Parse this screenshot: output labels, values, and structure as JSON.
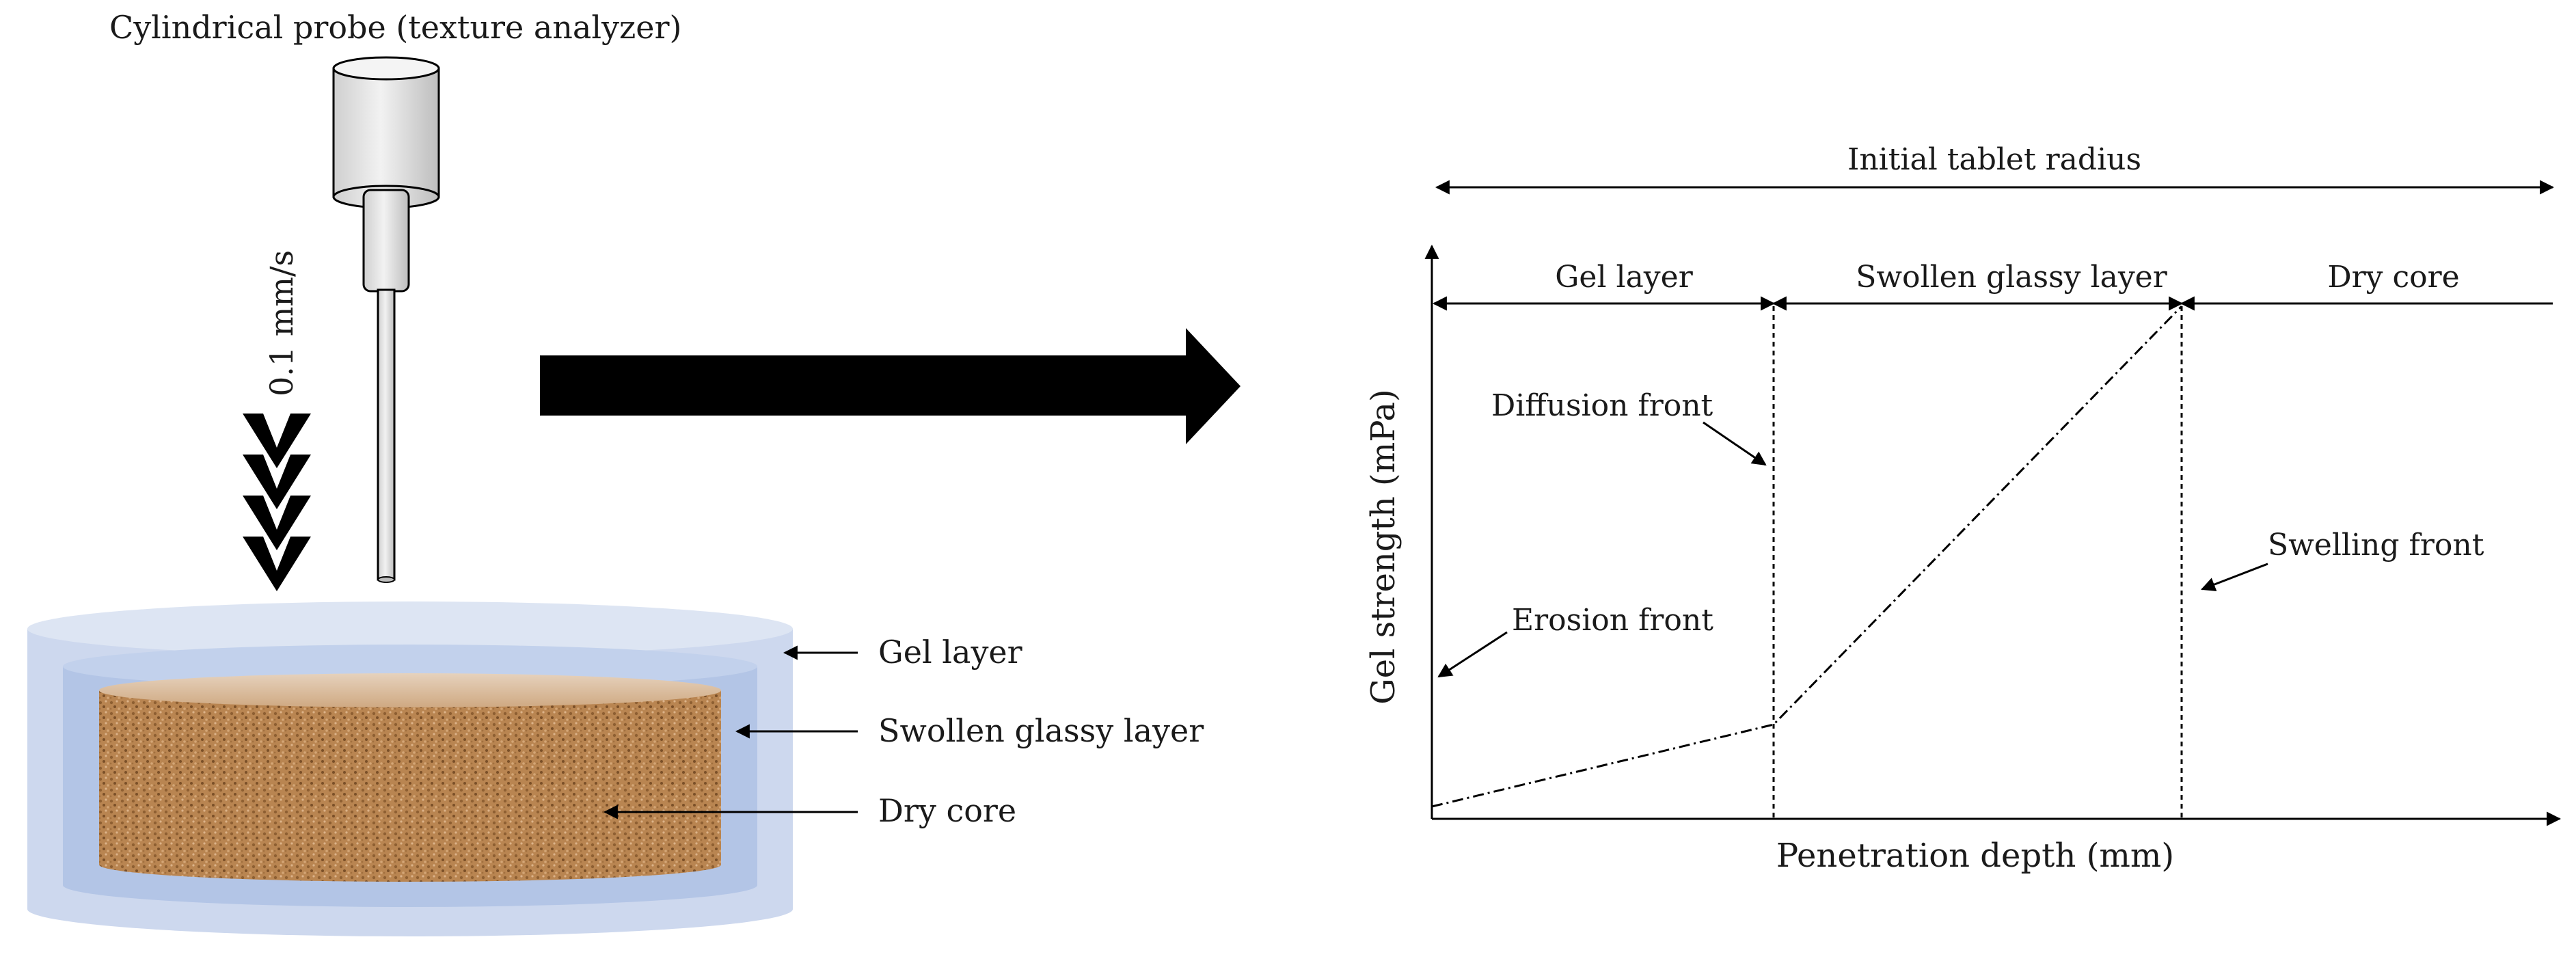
{
  "probe_label": "Cylindrical probe (texture analyzer)",
  "speed_label": "0.1 mm/s",
  "tablet_labels": {
    "gel_layer": "Gel layer",
    "swollen_glassy_layer": "Swollen glassy layer",
    "dry_core": "Dry core"
  },
  "chart_labels": {
    "initial_radius": "Initial tablet radius",
    "region_gel": "Gel layer",
    "region_swollen": "Swollen glassy layer",
    "region_dry": "Dry core",
    "diffusion_front": "Diffusion front",
    "swelling_front": "Swelling front",
    "erosion_front": "Erosion front",
    "y_axis": "Gel strength (mPa)",
    "x_axis": "Penetration depth (mm)"
  },
  "colors": {
    "gel": "#cdd8ee",
    "glassy": "#b3c5e6",
    "core": "#b98551",
    "ink": "#000000"
  }
}
